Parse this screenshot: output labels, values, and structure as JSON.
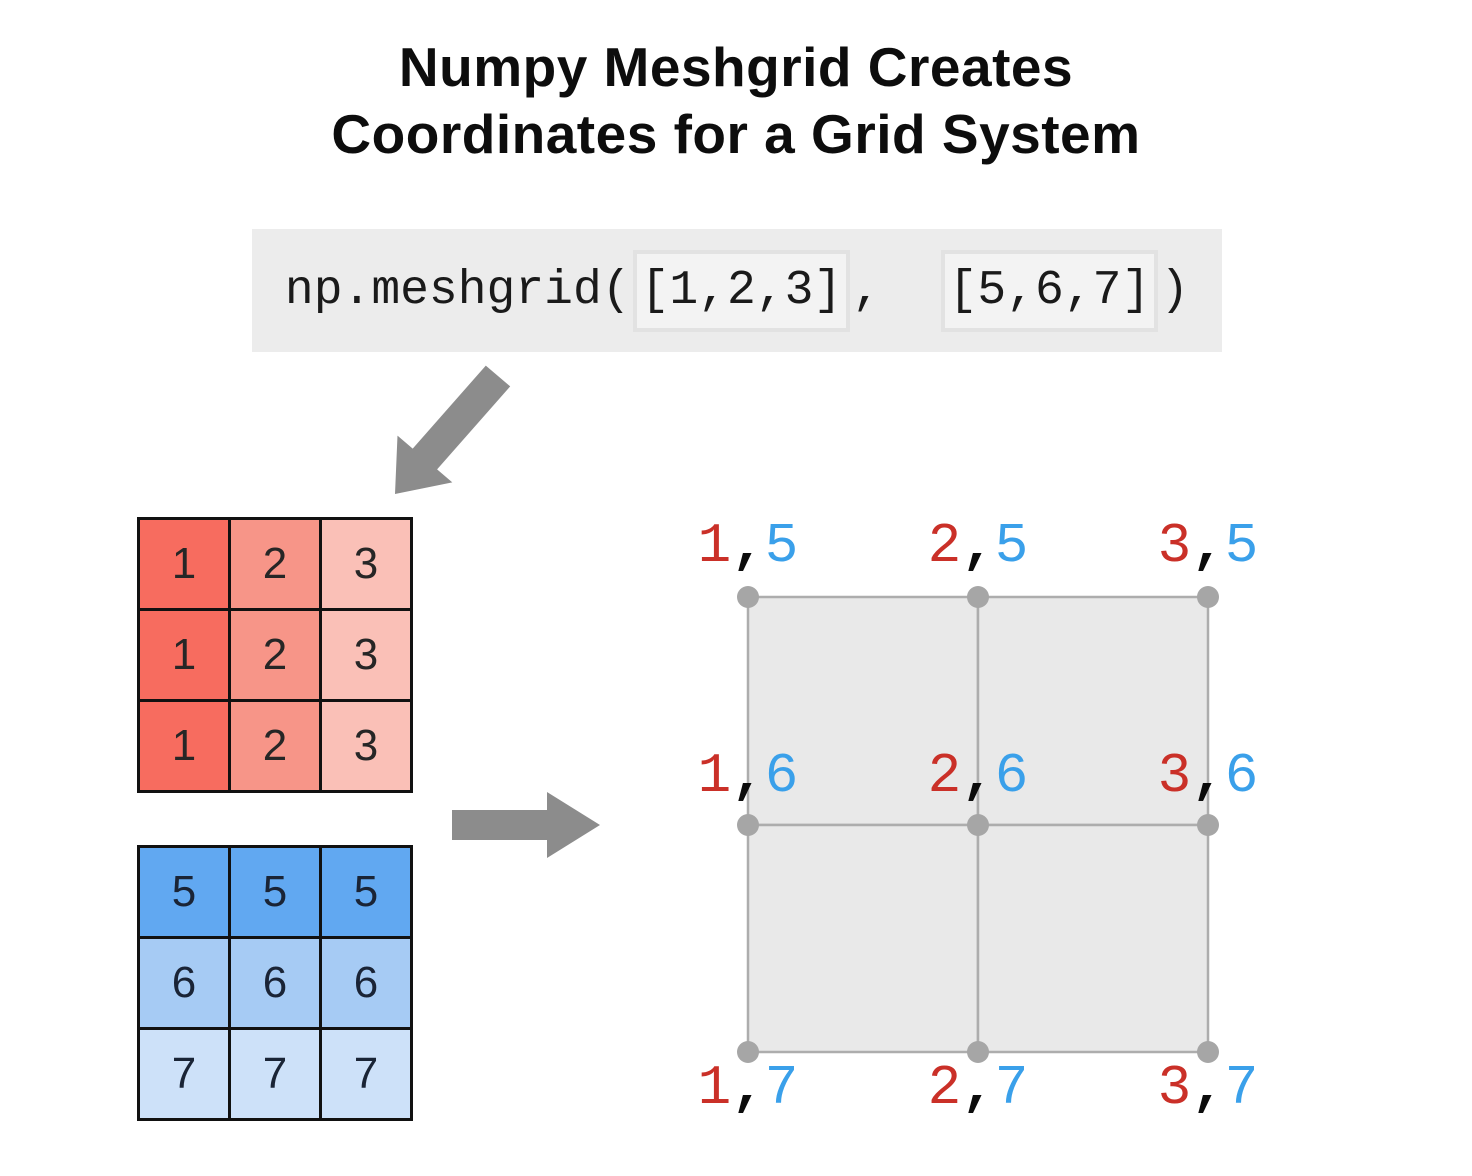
{
  "title": {
    "line1": "Numpy Meshgrid Creates",
    "line2": "Coordinates for a Grid System"
  },
  "code": {
    "prefix": "np.meshgrid(",
    "arg1": "[1,2,3]",
    "separator": ",  ",
    "arg2": "[5,6,7]",
    "suffix": ")",
    "box_bg": "#ececec"
  },
  "arrows": {
    "color": "#8c8c8c"
  },
  "matrices": {
    "x": {
      "rows": [
        [
          "1",
          "2",
          "3"
        ],
        [
          "1",
          "2",
          "3"
        ],
        [
          "1",
          "2",
          "3"
        ]
      ],
      "column_colors": [
        "#f76c5f",
        "#f79588",
        "#fac0b7"
      ],
      "border_color": "#111111"
    },
    "y": {
      "rows": [
        [
          "5",
          "5",
          "5"
        ],
        [
          "6",
          "6",
          "6"
        ],
        [
          "7",
          "7",
          "7"
        ]
      ],
      "row_colors": [
        "#61a8f1",
        "#a6cbf4",
        "#cde1f9"
      ],
      "border_color": "#111111"
    }
  },
  "mesh": {
    "cell_fill": "#e9e9e9",
    "line_color": "#adadad",
    "dot_color": "#a6a6a6",
    "x_color": "#ca3028",
    "y_color": "#3aa0ea",
    "comma_color": "#0c0c0c",
    "comma": ",",
    "points": [
      {
        "x": "1",
        "y": "5"
      },
      {
        "x": "2",
        "y": "5"
      },
      {
        "x": "3",
        "y": "5"
      },
      {
        "x": "1",
        "y": "6"
      },
      {
        "x": "2",
        "y": "6"
      },
      {
        "x": "3",
        "y": "6"
      },
      {
        "x": "1",
        "y": "7"
      },
      {
        "x": "2",
        "y": "7"
      },
      {
        "x": "3",
        "y": "7"
      }
    ]
  }
}
